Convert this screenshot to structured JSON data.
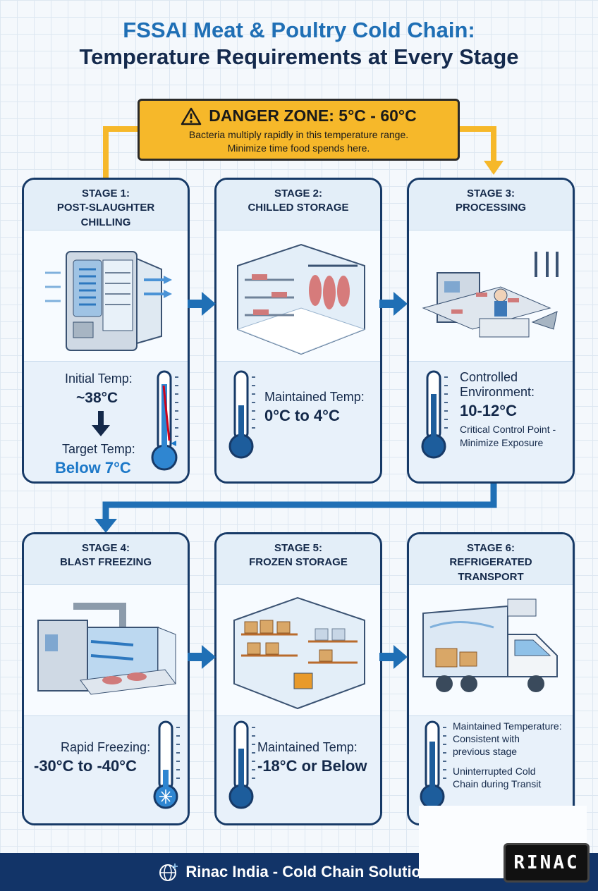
{
  "title": {
    "line1": "FSSAI Meat & Poultry Cold Chain:",
    "line2": "Temperature Requirements at Every Stage"
  },
  "danger": {
    "title": "DANGER ZONE: 5°C - 60°C",
    "line1": "Bacteria multiply rapidly in this temperature range.",
    "line2": "Minimize time food spends here."
  },
  "stages": [
    {
      "heading": [
        "STAGE 1:",
        "POST-SLAUGHTER",
        "CHILLING"
      ],
      "initial_label": "Initial Temp:",
      "initial_value": "~38°C",
      "target_label": "Target Temp:",
      "target_value": "Below 7°C"
    },
    {
      "heading": [
        "STAGE 2:",
        "CHILLED STORAGE"
      ],
      "label": "Maintained Temp:",
      "value": "0°C to 4°C"
    },
    {
      "heading": [
        "STAGE 3:",
        "PROCESSING"
      ],
      "label1": "Controlled",
      "label2": "Environment:",
      "value": "10-12°C",
      "note1": "Critical Control Point -",
      "note2": "Minimize Exposure"
    },
    {
      "heading": [
        "STAGE 4:",
        "BLAST FREEZING"
      ],
      "label": "Rapid Freezing:",
      "value": "-30°C to -40°C"
    },
    {
      "heading": [
        "STAGE 5:",
        "FROZEN STORAGE"
      ],
      "label": "Maintained Temp:",
      "value": "-18°C or Below"
    },
    {
      "heading": [
        "STAGE 6:",
        "REFRIGERATED",
        "TRANSPORT"
      ],
      "label1": "Maintained Temperature:",
      "line2": "Consistent with",
      "line3": "previous stage",
      "note1": "Uninterrupted Cold",
      "note2": "Chain during Transit"
    }
  ],
  "footer": {
    "text": "Rinac India - Cold Chain Solutions"
  },
  "logo": {
    "text": "RINAC"
  },
  "colors": {
    "navy": "#123468",
    "blue": "#1f6fb5",
    "warning": "#f6b82a",
    "target": "#1c78c8"
  }
}
